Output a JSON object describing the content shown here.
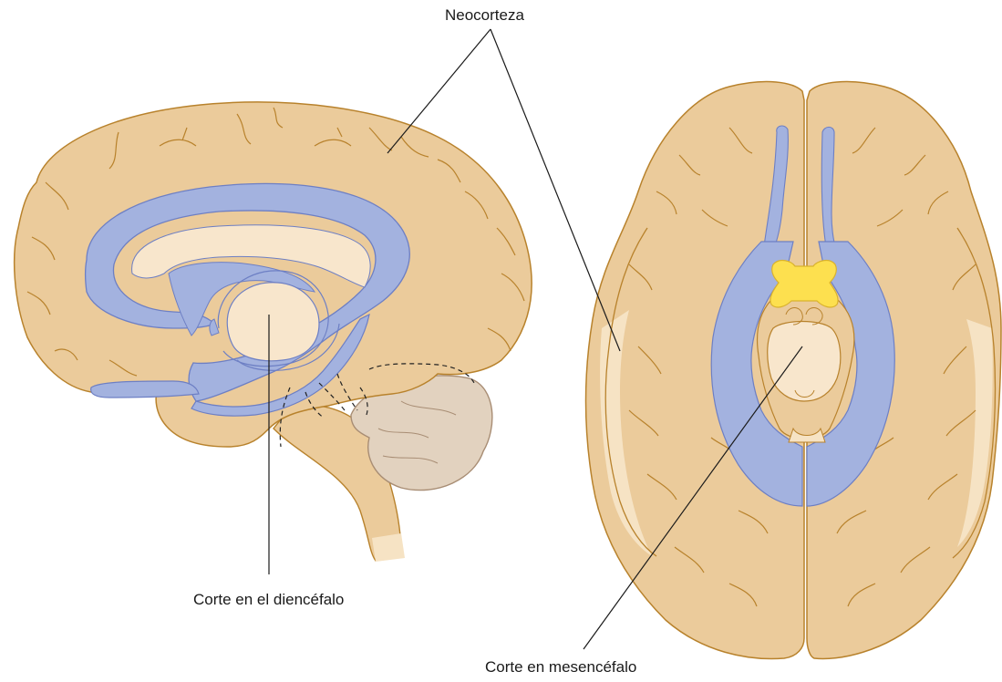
{
  "labels": {
    "neocortex": "Neocorteza",
    "diencephalon_section": "Corte en el diencéfalo",
    "mesencephalon_section": "Corte en mesencéfalo"
  },
  "colors": {
    "cortex": "#ebcb9b",
    "cortex_light": "#f6e3c4",
    "outline": "#b8822c",
    "limbic_blue": "#a3b2df",
    "blue_outline": "#6d7fc4",
    "inner_cream": "#f8e6cc",
    "cerebellum": "#e2d2bf",
    "cerebellum_outline": "#a88d74",
    "yellow_chiasm": "#fde04f",
    "leader_line": "#1a1a1a"
  }
}
